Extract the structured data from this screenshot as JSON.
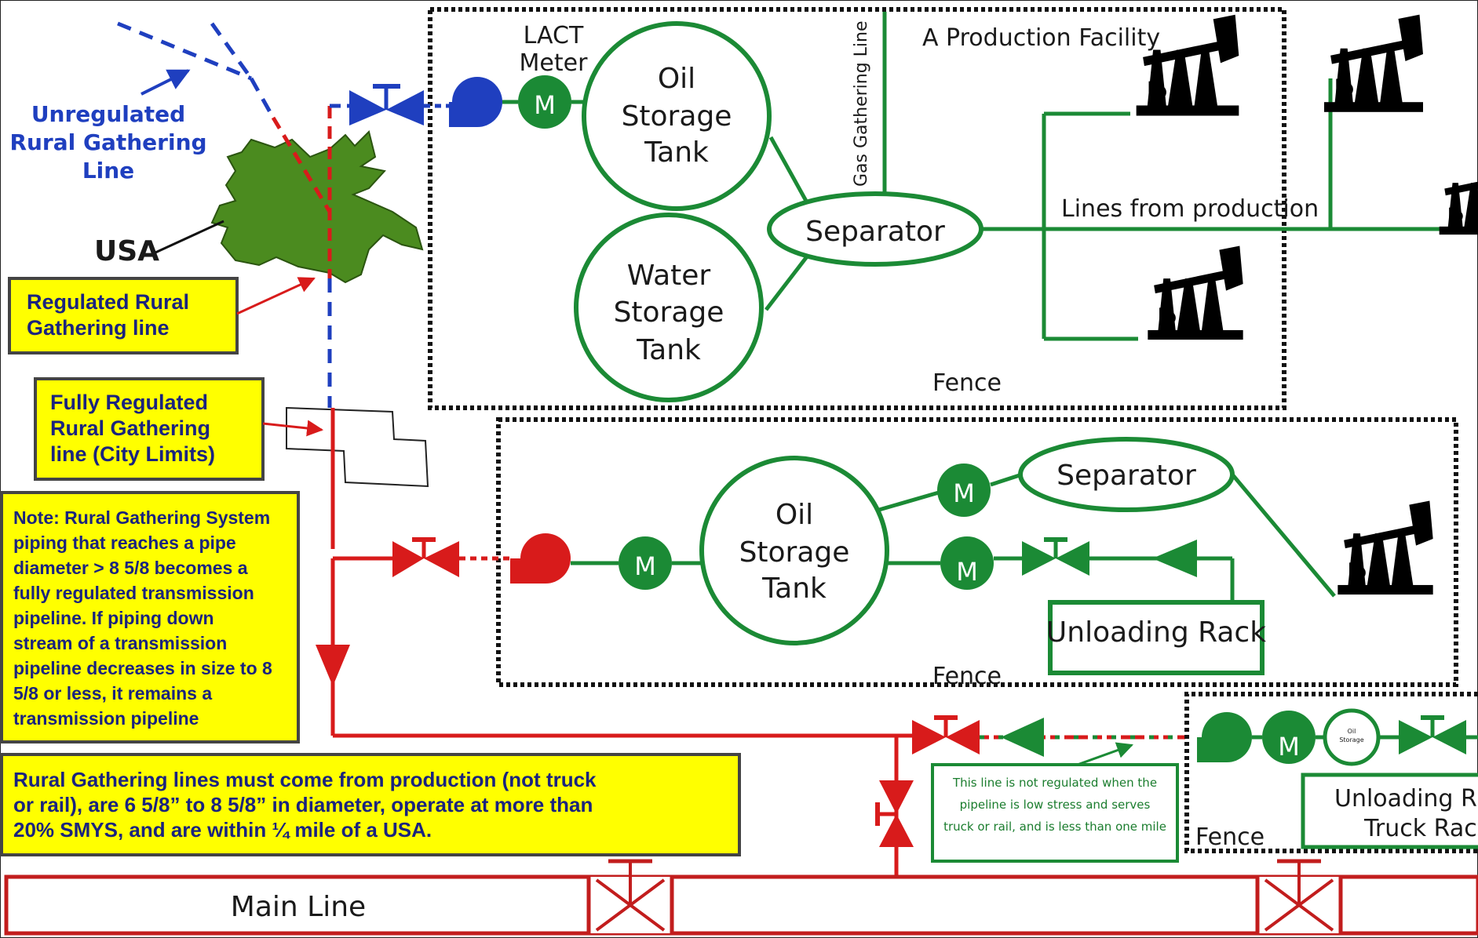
{
  "labels": {
    "unregulated": [
      "Unregulated",
      "Rural Gathering",
      "Line"
    ],
    "usa": "USA",
    "regulated": [
      "Regulated Rural",
      "Gathering line"
    ],
    "fully_regulated": [
      "Fully Regulated",
      "Rural Gathering",
      "line (City Limits)"
    ],
    "note": [
      "Note: Rural Gathering System",
      "piping that reaches a pipe",
      "diameter > 8 5/8 becomes a",
      "fully regulated transmission",
      "pipeline.  If piping down",
      "stream of a transmission",
      "pipeline decreases in size to 8",
      "5/8  or less, it remains a",
      "transmission pipeline"
    ],
    "rural_rule": [
      "Rural Gathering lines must come from production (not truck",
      "or rail), are 6 5/8” to 8 5/8” in diameter, operate at more than",
      "20% SMYS, and are within ¼ mile of a USA."
    ],
    "lact_meter": [
      "LACT",
      "Meter"
    ],
    "meter_symbol": "M",
    "oil_storage_tank": [
      "Oil",
      "Storage",
      "Tank"
    ],
    "water_storage_tank": [
      "Water",
      "Storage",
      "Tank"
    ],
    "separator": "Separator",
    "gas_gathering_line": "Gas Gathering Line",
    "production_facility": "A Production Facility",
    "lines_from_production": "Lines from production",
    "fence": "Fence",
    "unloading_rack": "Unloading Rack",
    "not_regulated_note": [
      "This line is not regulated when the",
      "pipeline is low stress and serves",
      "truck or rail, and is less than one mile"
    ],
    "oil_storage_small": [
      "Oil",
      "Storage"
    ],
    "unloading_rail": [
      "Unloading Rail o",
      "Truck Rack"
    ],
    "main_line": "Main Line"
  },
  "colors": {
    "green": "#1b8a35",
    "red": "#d81b1b",
    "blue": "#1f3fbf",
    "yellow": "#ffff00",
    "usa_green": "#4b8b1f"
  }
}
